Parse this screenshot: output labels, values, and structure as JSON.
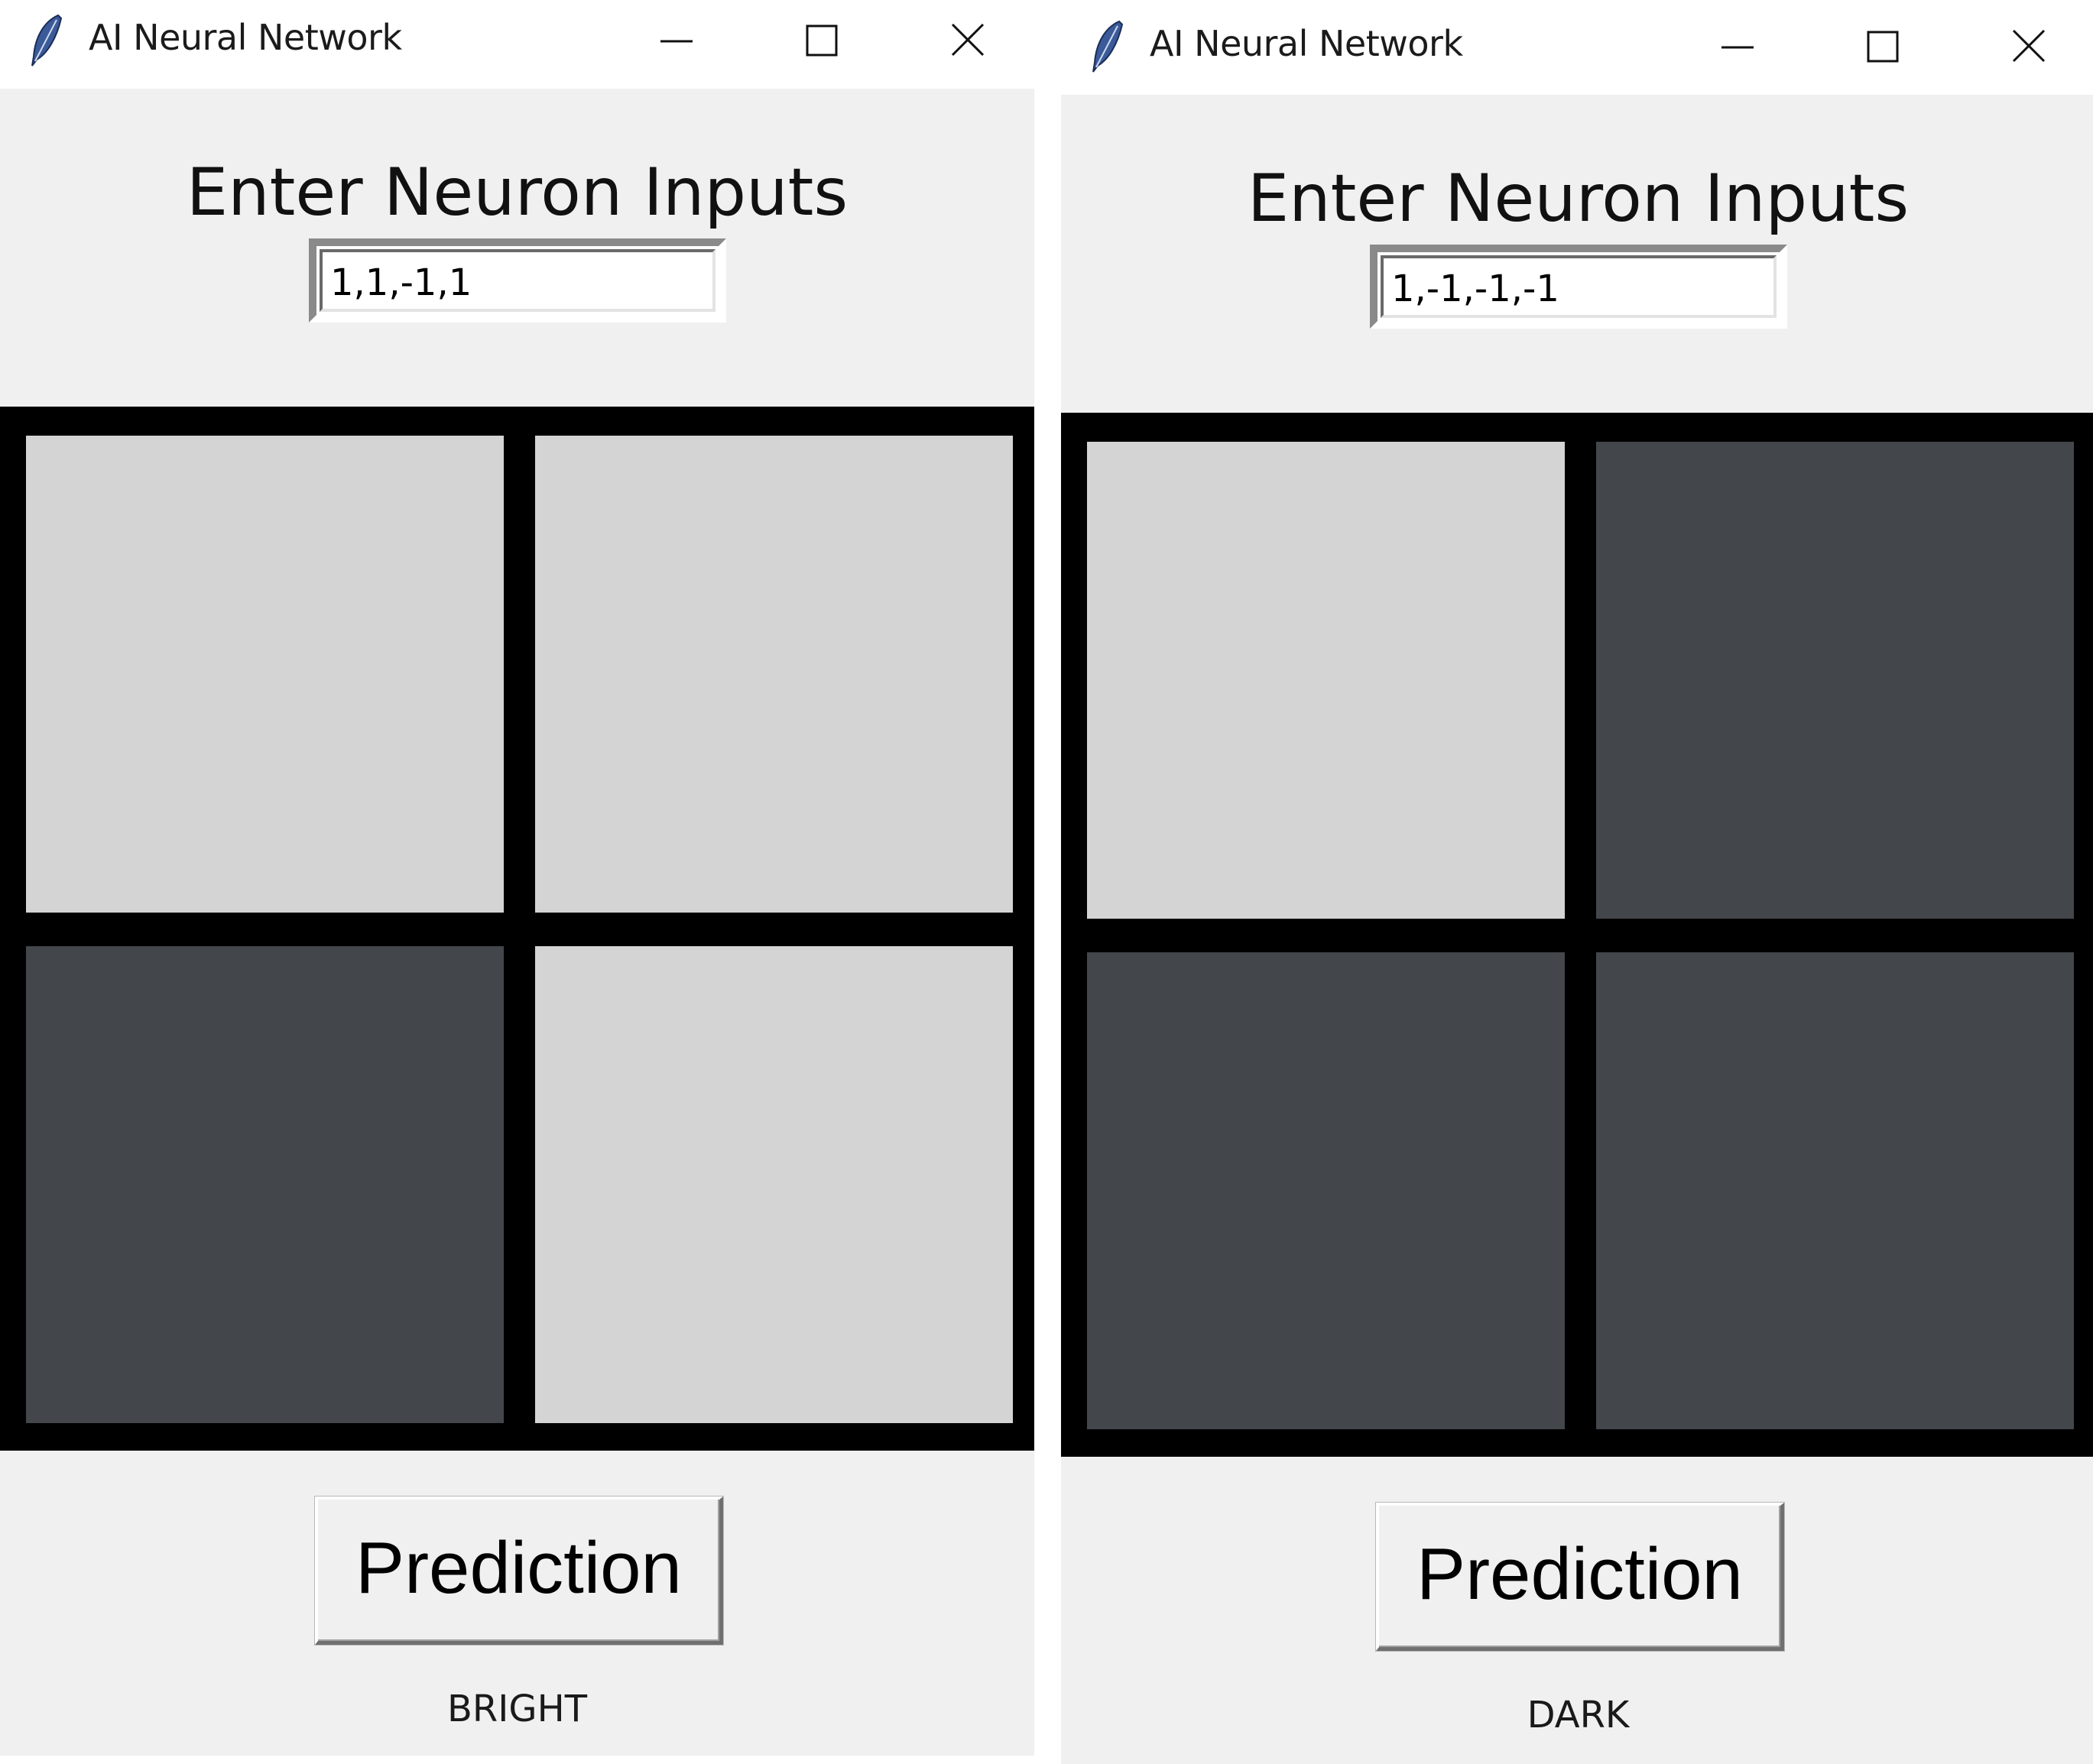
{
  "colors": {
    "bright": "#d4d4d4",
    "dark": "#43464b",
    "grid_border": "#000000",
    "window_bg": "#f0f0f0"
  },
  "windows": [
    {
      "title": "AI Neural Network",
      "heading": "Enter Neuron Inputs",
      "input_value": "1,1,-1,1",
      "cells": [
        "bright",
        "bright",
        "dark",
        "bright"
      ],
      "button_label": "Prediction",
      "result": "BRIGHT"
    },
    {
      "title": "AI Neural Network",
      "heading": "Enter Neuron Inputs",
      "input_value": "1,-1,-1,-1",
      "cells": [
        "bright",
        "dark",
        "dark",
        "dark"
      ],
      "button_label": "Prediction",
      "result": "DARK"
    }
  ]
}
